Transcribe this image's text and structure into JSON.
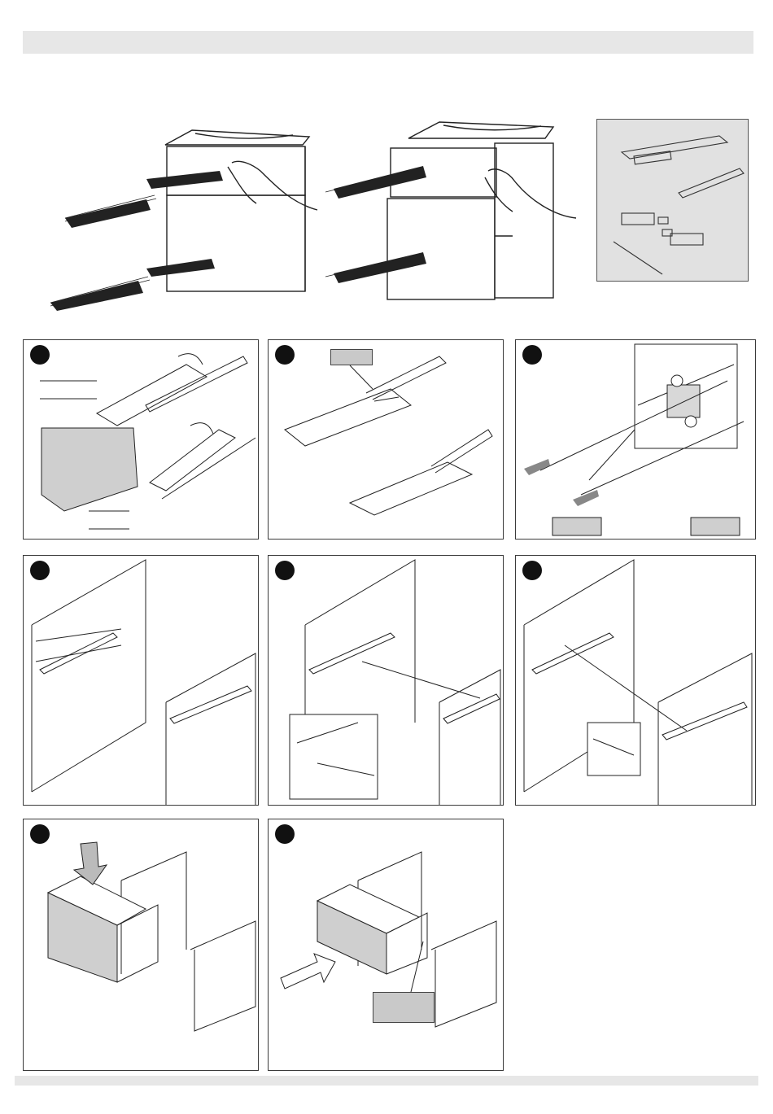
{
  "page": {
    "header_text": "",
    "footer_text": ""
  },
  "colors": {
    "band": "#e7e7e7",
    "line": "#222222",
    "panel_border": "#3a3a3a",
    "parts_background": "#e1e1e1",
    "label_fill": "#c9c9c9",
    "step_marker": "#111111"
  },
  "icons": {
    "arrow": "arrow-icon",
    "hand": "hand-icon",
    "step": "step-marker-icon"
  },
  "steps": [
    {
      "id": 1,
      "label": ""
    },
    {
      "id": 2,
      "label": ""
    },
    {
      "id": 3,
      "label": ""
    },
    {
      "id": 4,
      "label": ""
    },
    {
      "id": 5,
      "label": ""
    },
    {
      "id": 6,
      "label": ""
    },
    {
      "id": 7,
      "label": ""
    },
    {
      "id": 8,
      "label": ""
    }
  ]
}
